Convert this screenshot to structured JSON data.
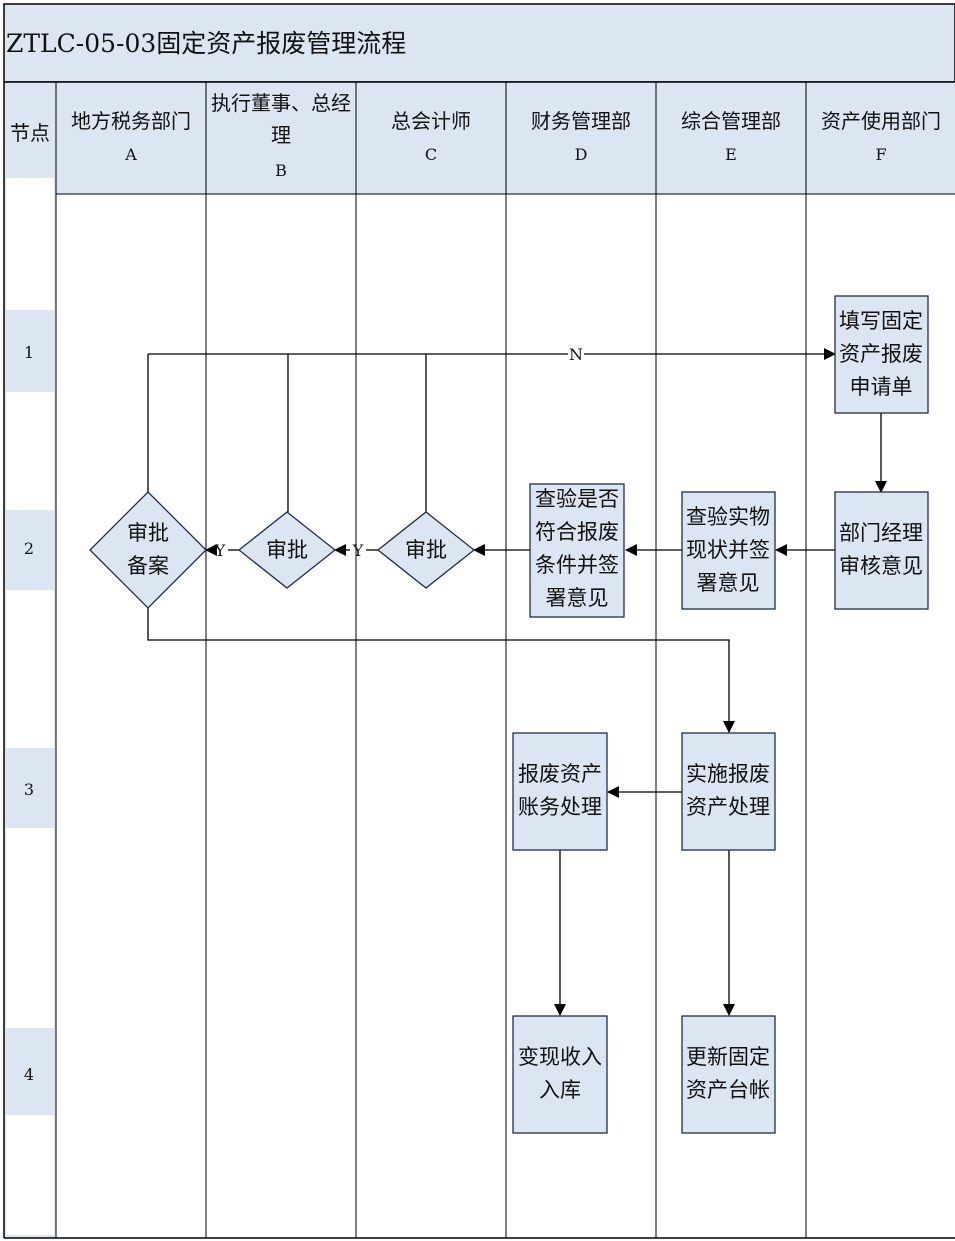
{
  "title": "ZTLC-05-03固定资产报废管理流程",
  "node_column_header": "节点",
  "columns": [
    {
      "name": [
        "地方税务部门"
      ],
      "code": "A"
    },
    {
      "name": [
        "执行董事、总经",
        "理"
      ],
      "code": "B"
    },
    {
      "name": [
        "总会计师"
      ],
      "code": "C"
    },
    {
      "name": [
        "财务管理部"
      ],
      "code": "D"
    },
    {
      "name": [
        "综合管理部"
      ],
      "code": "E"
    },
    {
      "name": [
        "资产使用部门"
      ],
      "code": "F"
    }
  ],
  "rows": [
    "1",
    "2",
    "3",
    "4"
  ],
  "nodes": {
    "apply_form": [
      "填写固定",
      "资产报废",
      "申请单"
    ],
    "dept_manager_review": [
      "部门经理",
      "审核意见"
    ],
    "inspect_physical": [
      "查验实物",
      "现状并签",
      "署意见"
    ],
    "inspect_conditions": [
      "查验是否",
      "符合报废",
      "条件并签",
      "署意见"
    ],
    "approve_c": [
      "审批"
    ],
    "approve_b": [
      "审批"
    ],
    "approve_file_a": [
      "审批",
      "备案"
    ],
    "implement_scrap": [
      "实施报废",
      "资产处理"
    ],
    "scrap_accounting": [
      "报废资产",
      "账务处理"
    ],
    "income_storage": [
      "变现收入",
      "入库"
    ],
    "update_ledger": [
      "更新固定",
      "资产台帐"
    ]
  },
  "labels": {
    "no": "N",
    "yes_c_to_b": "Y",
    "yes_b_to_a": "Y"
  },
  "colors": {
    "fill": "#dce6f2",
    "border": "#1f2d4f",
    "line": "#000000",
    "header_bg": "#dce6f2"
  }
}
